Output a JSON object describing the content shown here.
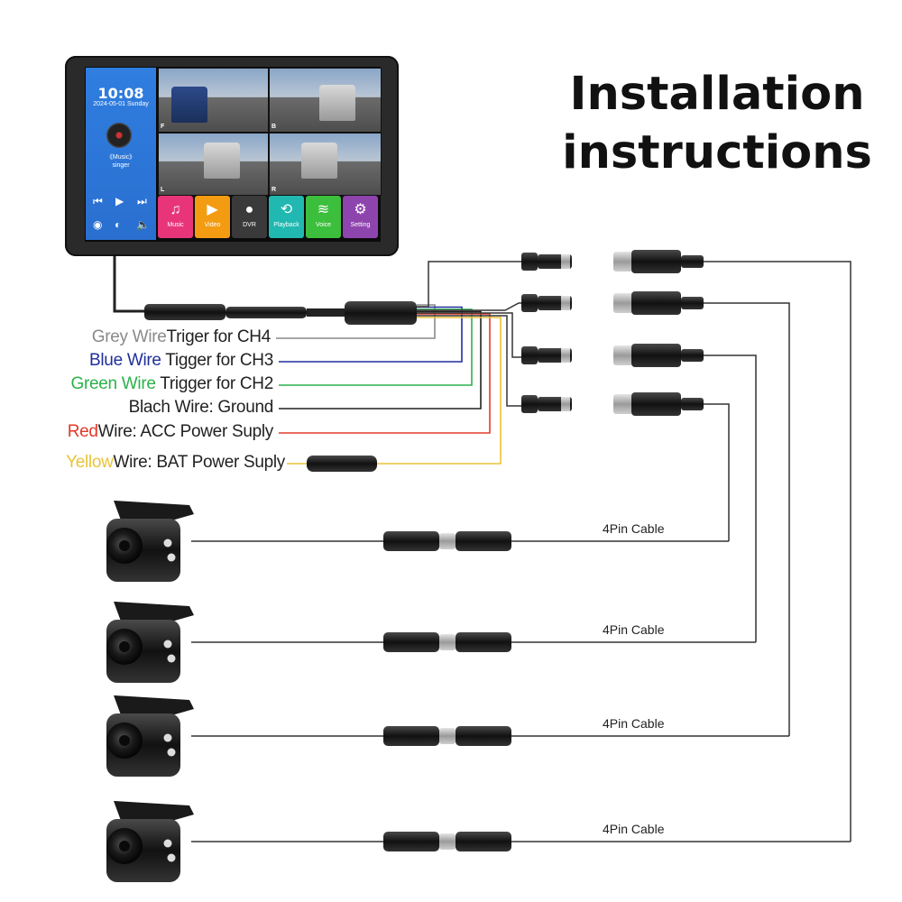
{
  "title": {
    "line1": "Installation",
    "line2": "instructions"
  },
  "screen": {
    "time": "10:08",
    "date": "2024-05-01 Sunday",
    "music_line1": "《Music》",
    "music_line2": "singer",
    "views": [
      "F",
      "B",
      "L",
      "R"
    ],
    "apps": [
      {
        "label": "Music",
        "icon": "music-note-icon",
        "color": "#e8357a"
      },
      {
        "label": "Video",
        "icon": "play-icon",
        "color": "#f39c12"
      },
      {
        "label": "DVR",
        "icon": "record-icon",
        "color": "#3a3a3a"
      },
      {
        "label": "Playback",
        "icon": "playback-icon",
        "color": "#20b8b0"
      },
      {
        "label": "Voice",
        "icon": "voice-wave-icon",
        "color": "#3cbf3c"
      },
      {
        "label": "Setting",
        "icon": "gear-icon",
        "color": "#8e44ad"
      }
    ]
  },
  "wires": [
    {
      "name": "Grey Wire",
      "desc": "Triger for CH4",
      "color": "#8a8a8a"
    },
    {
      "name": "Blue Wire",
      "desc": " Tigger for CH3",
      "color": "#1f2f9c"
    },
    {
      "name": "Green Wire",
      "desc": " Trigger for CH2",
      "color": "#2bb24a"
    },
    {
      "name": "Blach Wire",
      "desc": ": Ground",
      "color": "#222222"
    },
    {
      "name": "Red",
      "desc": "Wire: ACC  Power Suply",
      "color": "#e03a2a"
    },
    {
      "name": "Yellow",
      "desc": "Wire: BAT Power Suply",
      "color": "#e8c43a"
    }
  ],
  "cables": [
    {
      "label": "4Pin Cable"
    },
    {
      "label": "4Pin Cable"
    },
    {
      "label": "4Pin Cable"
    },
    {
      "label": "4Pin Cable"
    }
  ]
}
